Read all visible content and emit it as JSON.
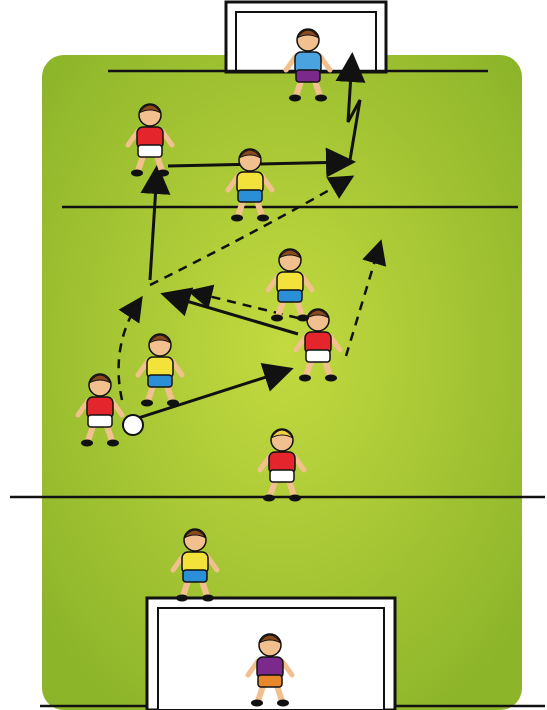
{
  "colors": {
    "pitch_light": "#b8d33a",
    "pitch_dark": "#8fb82a",
    "line": "#111111",
    "goal": "#ffffff",
    "red_kit": "#e4262c",
    "yellow_kit": "#f3e23a",
    "blue_shorts": "#2a8fd6",
    "keeper_top_blue": "#4aa3df",
    "keeper_bottom_purple": "#7b2a8c",
    "keeper_top_purple": "#7b2a8c",
    "keeper_bottom_orange": "#e8862a",
    "skin": "#f2c08f",
    "hair_brown": "#8a4a1e",
    "hair_blond": "#f0d040"
  },
  "scene": {
    "description_kind": "football-tactics-illustration",
    "players": [
      {
        "team": "red",
        "role": "attacker"
      },
      {
        "team": "yellow",
        "role": "defender"
      },
      {
        "team": "red",
        "role": "attacker"
      },
      {
        "team": "yellow",
        "role": "defender"
      },
      {
        "team": "red",
        "role": "attacker"
      },
      {
        "team": "yellow",
        "role": "defender"
      },
      {
        "team": "red",
        "role": "attacker"
      },
      {
        "team": "yellow",
        "role": "defender"
      },
      {
        "team": "blue",
        "role": "goalkeeper"
      },
      {
        "team": "purple",
        "role": "goalkeeper"
      }
    ],
    "ball": {
      "visible": true
    },
    "movement_arrows": [
      {
        "style": "solid",
        "meaning": "pass"
      },
      {
        "style": "dashed",
        "meaning": "run"
      }
    ]
  }
}
